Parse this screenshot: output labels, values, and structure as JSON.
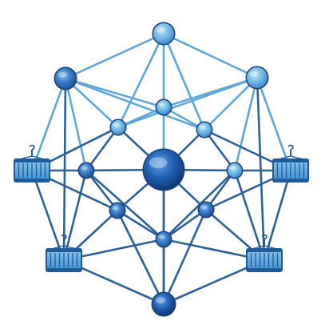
{
  "diagram": {
    "type": "network-graph",
    "colors": {
      "edge_light": "#5fa6d9",
      "edge_dark": "#2d5f98",
      "node_light": "#7cc3ea",
      "node_mid": "#3a84c9",
      "node_dark": "#1a4f97",
      "node_stroke": "#1c3f72",
      "container_fill": "#5aa9dd",
      "container_dark": "#1f5a98"
    },
    "icons": [
      "shipping-container-icon",
      "crane-hook-icon"
    ],
    "nodes": [
      {
        "id": "top",
        "tier": "outer",
        "shade": "light"
      },
      {
        "id": "upper-left",
        "tier": "outer",
        "shade": "mid"
      },
      {
        "id": "upper-right",
        "tier": "outer",
        "shade": "light"
      },
      {
        "id": "bottom",
        "tier": "outer",
        "shade": "dark"
      },
      {
        "id": "center",
        "tier": "hub",
        "shade": "dark"
      },
      {
        "id": "inner-top",
        "tier": "inner",
        "shade": "light"
      },
      {
        "id": "inner-upper-left",
        "tier": "inner",
        "shade": "light"
      },
      {
        "id": "inner-upper-right",
        "tier": "inner",
        "shade": "light"
      },
      {
        "id": "inner-left",
        "tier": "inner",
        "shade": "mid"
      },
      {
        "id": "inner-right",
        "tier": "inner",
        "shade": "light"
      },
      {
        "id": "inner-lower-left",
        "tier": "inner",
        "shade": "mid"
      },
      {
        "id": "inner-lower-right",
        "tier": "inner",
        "shade": "mid"
      },
      {
        "id": "inner-bottom",
        "tier": "inner",
        "shade": "mid"
      }
    ],
    "containers": [
      {
        "id": "container-left-upper",
        "hook": "up"
      },
      {
        "id": "container-right-upper",
        "hook": "up"
      },
      {
        "id": "container-left-lower",
        "hook": "up"
      },
      {
        "id": "container-right-lower",
        "hook": "up"
      }
    ],
    "edges": [
      [
        "top",
        "upper-left"
      ],
      [
        "top",
        "upper-right"
      ],
      [
        "top",
        "inner-top"
      ],
      [
        "top",
        "inner-upper-left"
      ],
      [
        "top",
        "inner-upper-right"
      ],
      [
        "upper-left",
        "inner-top"
      ],
      [
        "upper-left",
        "inner-upper-left"
      ],
      [
        "upper-left",
        "inner-left"
      ],
      [
        "upper-left",
        "container-left-upper"
      ],
      [
        "upper-left",
        "inner-upper-right"
      ],
      [
        "upper-right",
        "inner-top"
      ],
      [
        "upper-right",
        "inner-upper-right"
      ],
      [
        "upper-right",
        "inner-right"
      ],
      [
        "upper-right",
        "container-right-upper"
      ],
      [
        "upper-right",
        "inner-upper-left"
      ],
      [
        "inner-top",
        "inner-upper-left"
      ],
      [
        "inner-top",
        "inner-upper-right"
      ],
      [
        "inner-top",
        "center"
      ],
      [
        "inner-upper-left",
        "inner-left"
      ],
      [
        "inner-upper-left",
        "center"
      ],
      [
        "inner-upper-right",
        "inner-right"
      ],
      [
        "inner-upper-right",
        "center"
      ],
      [
        "inner-left",
        "center"
      ],
      [
        "inner-right",
        "center"
      ],
      [
        "inner-left",
        "inner-lower-left"
      ],
      [
        "inner-right",
        "inner-lower-right"
      ],
      [
        "inner-lower-left",
        "center"
      ],
      [
        "inner-lower-right",
        "center"
      ],
      [
        "inner-lower-left",
        "inner-bottom"
      ],
      [
        "inner-lower-right",
        "inner-bottom"
      ],
      [
        "inner-bottom",
        "center"
      ],
      [
        "inner-bottom",
        "bottom"
      ],
      [
        "center",
        "bottom"
      ],
      [
        "inner-lower-left",
        "bottom"
      ],
      [
        "inner-lower-right",
        "bottom"
      ],
      [
        "container-left-upper",
        "inner-left"
      ],
      [
        "container-right-upper",
        "inner-right"
      ],
      [
        "container-left-upper",
        "inner-upper-left"
      ],
      [
        "container-right-upper",
        "inner-upper-right"
      ],
      [
        "container-left-upper",
        "inner-lower-left"
      ],
      [
        "container-right-upper",
        "inner-lower-right"
      ],
      [
        "container-left-lower",
        "inner-left"
      ],
      [
        "container-right-lower",
        "inner-right"
      ],
      [
        "container-left-lower",
        "inner-lower-left"
      ],
      [
        "container-right-lower",
        "inner-lower-right"
      ],
      [
        "container-left-lower",
        "inner-bottom"
      ],
      [
        "container-right-lower",
        "inner-bottom"
      ],
      [
        "container-left-lower",
        "bottom"
      ],
      [
        "container-right-lower",
        "bottom"
      ],
      [
        "container-left-upper",
        "container-left-lower"
      ],
      [
        "container-right-upper",
        "container-right-lower"
      ],
      [
        "inner-left",
        "inner-bottom"
      ],
      [
        "inner-right",
        "inner-bottom"
      ],
      [
        "upper-left",
        "container-left-lower"
      ],
      [
        "upper-right",
        "container-right-lower"
      ]
    ]
  }
}
